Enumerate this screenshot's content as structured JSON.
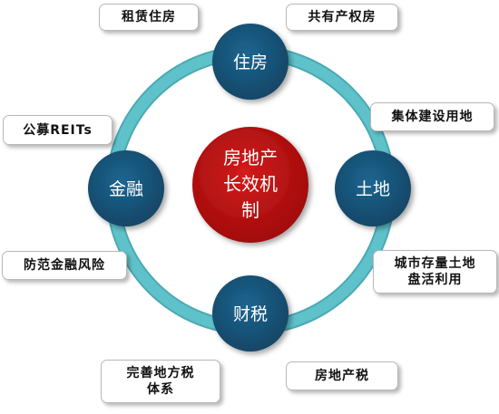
{
  "center": {
    "line1": "房地产",
    "line2": "长效机",
    "line3": "制"
  },
  "nodes": {
    "top": "住房",
    "right": "土地",
    "bottom": "财税",
    "left": "金融"
  },
  "boxes": {
    "top_left": "租赁住房",
    "top_right": "共有产权房",
    "mid_right": "集体建设用地",
    "left": "公募REITs",
    "left_low": "防范金融风险",
    "right_low": "城市存量土地\n盘活利用",
    "bottom_left": "完善地方税\n体系",
    "bottom_right": "房地产税"
  },
  "colors": {
    "ring": "#5bbcc4",
    "node_fill": "#175478",
    "center_fill": "#b50f0f",
    "text_light": "#ffffff"
  }
}
